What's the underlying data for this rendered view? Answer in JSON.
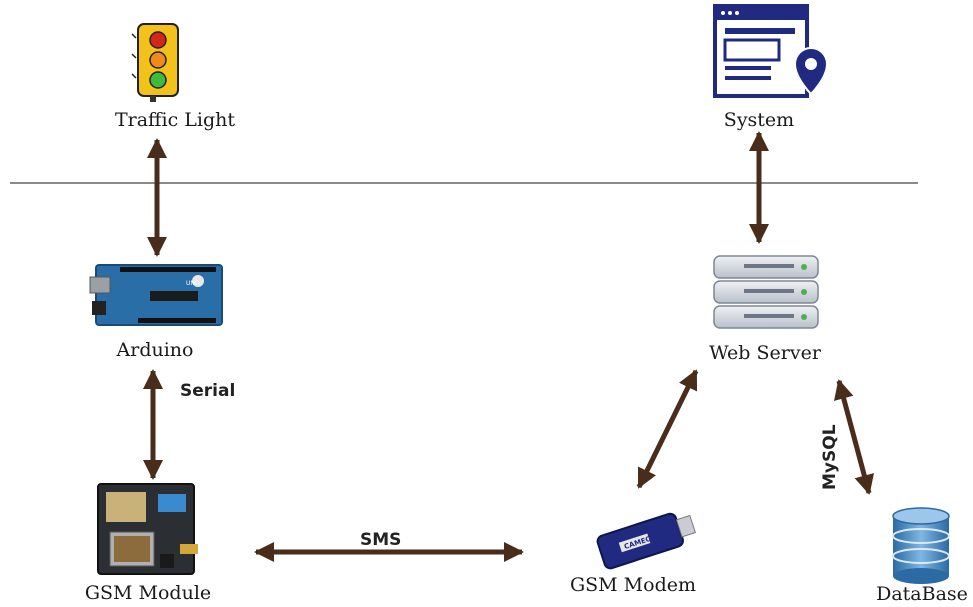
{
  "nodes": {
    "traffic_light": {
      "label": "Traffic Light",
      "icon": "traffic-light-icon"
    },
    "system": {
      "label": "System",
      "icon": "web-location-icon"
    },
    "arduino": {
      "label": "Arduino",
      "icon": "arduino-board-icon"
    },
    "web_server": {
      "label": "Web Server",
      "icon": "server-stack-icon"
    },
    "gsm_module": {
      "label": "GSM Module",
      "icon": "gsm-module-icon"
    },
    "gsm_modem": {
      "label": "GSM Modem",
      "icon": "usb-modem-icon"
    },
    "database": {
      "label": "DataBase",
      "icon": "database-icon"
    }
  },
  "edges": {
    "serial": {
      "label": "Serial"
    },
    "sms": {
      "label": "SMS"
    },
    "mysql": {
      "label": "MySQL"
    }
  },
  "colors": {
    "arrow": "#4a2c1a",
    "divider": "#8a8a8a",
    "navy": "#1f2a80",
    "board_blue": "#2a6ea8",
    "server_gray": "#c9ced6",
    "db_blue": "#3d7fb8"
  }
}
